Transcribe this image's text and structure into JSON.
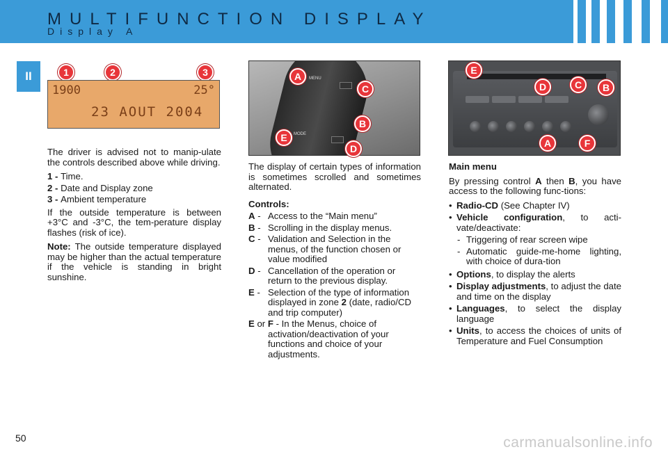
{
  "header": {
    "title": "MULTIFUNCTION DISPLAY",
    "subtitle": "Display A"
  },
  "section_tab": "II",
  "lcd": {
    "time": "1900",
    "temperature": "25°",
    "date": "23 AOUT 2004"
  },
  "callouts": {
    "lcd": [
      "1",
      "2",
      "3"
    ],
    "stalk": [
      "A",
      "C",
      "B",
      "E",
      "D"
    ],
    "radio": [
      "E",
      "D",
      "C",
      "B",
      "A",
      "F"
    ]
  },
  "stalk_labels": {
    "menu": "MENU",
    "mode": "MODE"
  },
  "col1": {
    "intro": "The driver is advised not to manip-ulate the controls described above while driving.",
    "items": [
      {
        "key": "1 - ",
        "text": "Time."
      },
      {
        "key": "2 - ",
        "text": "Date and Display zone"
      },
      {
        "key": "3 - ",
        "text": "Ambient temperature"
      }
    ],
    "temp_note": "If the outside temperature is between +3°C and -3°C, the tem-perature display flashes (risk of ice).",
    "note_label": "Note:",
    "note_text": " The outside temperature displayed may be higher than the actual temperature if the vehicle is standing in bright sunshine."
  },
  "col2": {
    "intro": "The display of certain types of information is sometimes scrolled and sometimes alternated.",
    "controls_label": "Controls:",
    "controls": [
      {
        "key": "A",
        "text": "Access to the “Main menu”"
      },
      {
        "key": "B",
        "text": "Scrolling in the display menus."
      },
      {
        "key": "C",
        "text": "Validation and Selection in the menus, of the function chosen or value modified"
      },
      {
        "key": "D",
        "text": "Cancellation of the operation or return to the previous display."
      },
      {
        "key": "E",
        "text_a": "Selection of the type of information displayed in zone ",
        "bold": "2",
        "text_b": " (date, radio/CD and trip computer)"
      }
    ],
    "ef": {
      "e": "E",
      "or": " or ",
      "f": "F",
      "text": " - In the Menus, choice of activation/deactivation of your functions and choice of your adjustments."
    }
  },
  "col3": {
    "heading": "Main menu",
    "intro_a": "By pressing control ",
    "intro_b": "A",
    "intro_c": " then ",
    "intro_d": "B",
    "intro_e": ", you have access to the following func-tions:",
    "bullets": [
      {
        "label": "Radio-CD",
        "text": " (See Chapter IV)"
      },
      {
        "label": "Vehicle configuration",
        "text": ", to acti-vate/deactivate:"
      },
      {
        "label": "Options",
        "text": ", to display the alerts"
      },
      {
        "label": "Display adjustments",
        "text": ", to adjust the date and time on the display"
      },
      {
        "label": "Languages",
        "text": ", to select the display language"
      },
      {
        "label": "Units",
        "text": ", to access the choices of units of Temperature and Fuel Consumption"
      }
    ],
    "sub_items": [
      "Triggering of rear screen wipe",
      "Automatic guide-me-home lighting, with choice of dura-tion"
    ]
  },
  "page_number": "50",
  "watermark": "carmanualsonline.info",
  "colors": {
    "accent": "#3b9bd8",
    "callout": "#e8353a",
    "lcd": "#e8a86a"
  }
}
